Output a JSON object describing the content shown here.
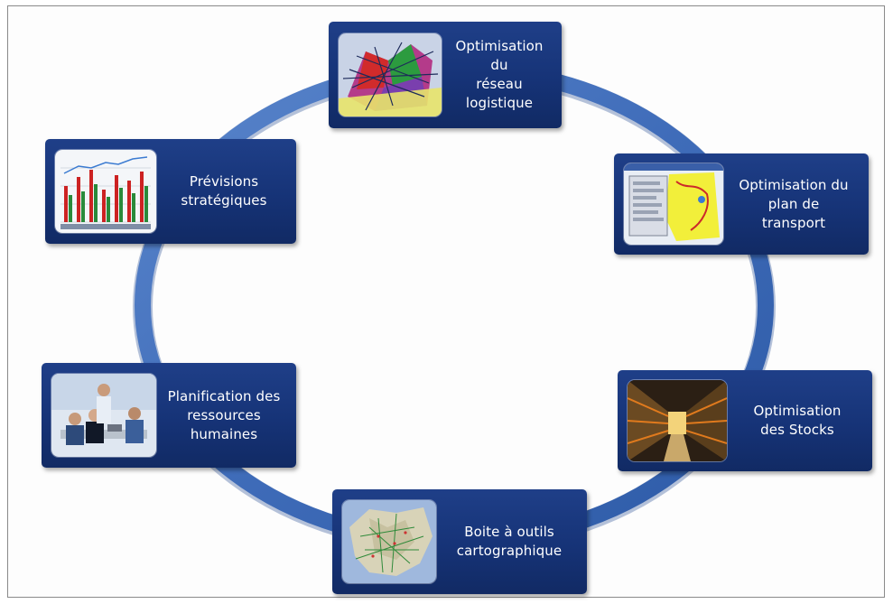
{
  "diagram": {
    "ring_color": "#3f6cb9",
    "card_color": "#1a3a80",
    "nodes": [
      {
        "label": "Optimisation du\nréseau\nlogistique",
        "thumbnail": "network-map-image"
      },
      {
        "label": "Optimisation du\nplan de\ntransport",
        "thumbnail": "transport-map-screenshot"
      },
      {
        "label": "Optimisation\ndes Stocks",
        "thumbnail": "warehouse-photo"
      },
      {
        "label": "Boite à outils\ncartographique",
        "thumbnail": "europe-map-image"
      },
      {
        "label": "Planification des\nressources\nhumaines",
        "thumbnail": "office-meeting-photo"
      },
      {
        "label": "Prévisions\nstratégiques",
        "thumbnail": "bar-chart-image"
      }
    ]
  }
}
